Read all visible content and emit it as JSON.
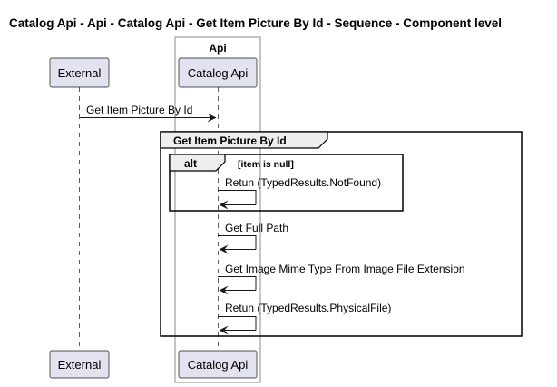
{
  "title": "Catalog Api - Api - Catalog Api - Get Item Picture By Id - Sequence - Component level",
  "container": {
    "label": "Api"
  },
  "participants": [
    {
      "id": "external",
      "label": "External"
    },
    {
      "id": "catalog-api",
      "label": "Catalog Api"
    }
  ],
  "group": {
    "label": "Get Item Picture By Id"
  },
  "alt": {
    "label": "alt",
    "guard": "[item is null]"
  },
  "messages": [
    {
      "from": "external",
      "to": "catalog-api",
      "label": "Get Item Picture By Id"
    },
    {
      "from": "catalog-api",
      "to": "catalog-api",
      "label": "Retun (TypedResults.NotFound)"
    },
    {
      "from": "catalog-api",
      "to": "catalog-api",
      "label": "Get Full Path"
    },
    {
      "from": "catalog-api",
      "to": "catalog-api",
      "label": "Get Image Mime Type From Image File Extension"
    },
    {
      "from": "catalog-api",
      "to": "catalog-api",
      "label": "Retun (TypedResults.PhysicalFile)"
    }
  ],
  "colors": {
    "participant_fill": "#e2e2f0",
    "participant_stroke": "#181818",
    "line": "#181818",
    "frame_tab": "#eeeeee",
    "container_stroke": "#888888"
  }
}
